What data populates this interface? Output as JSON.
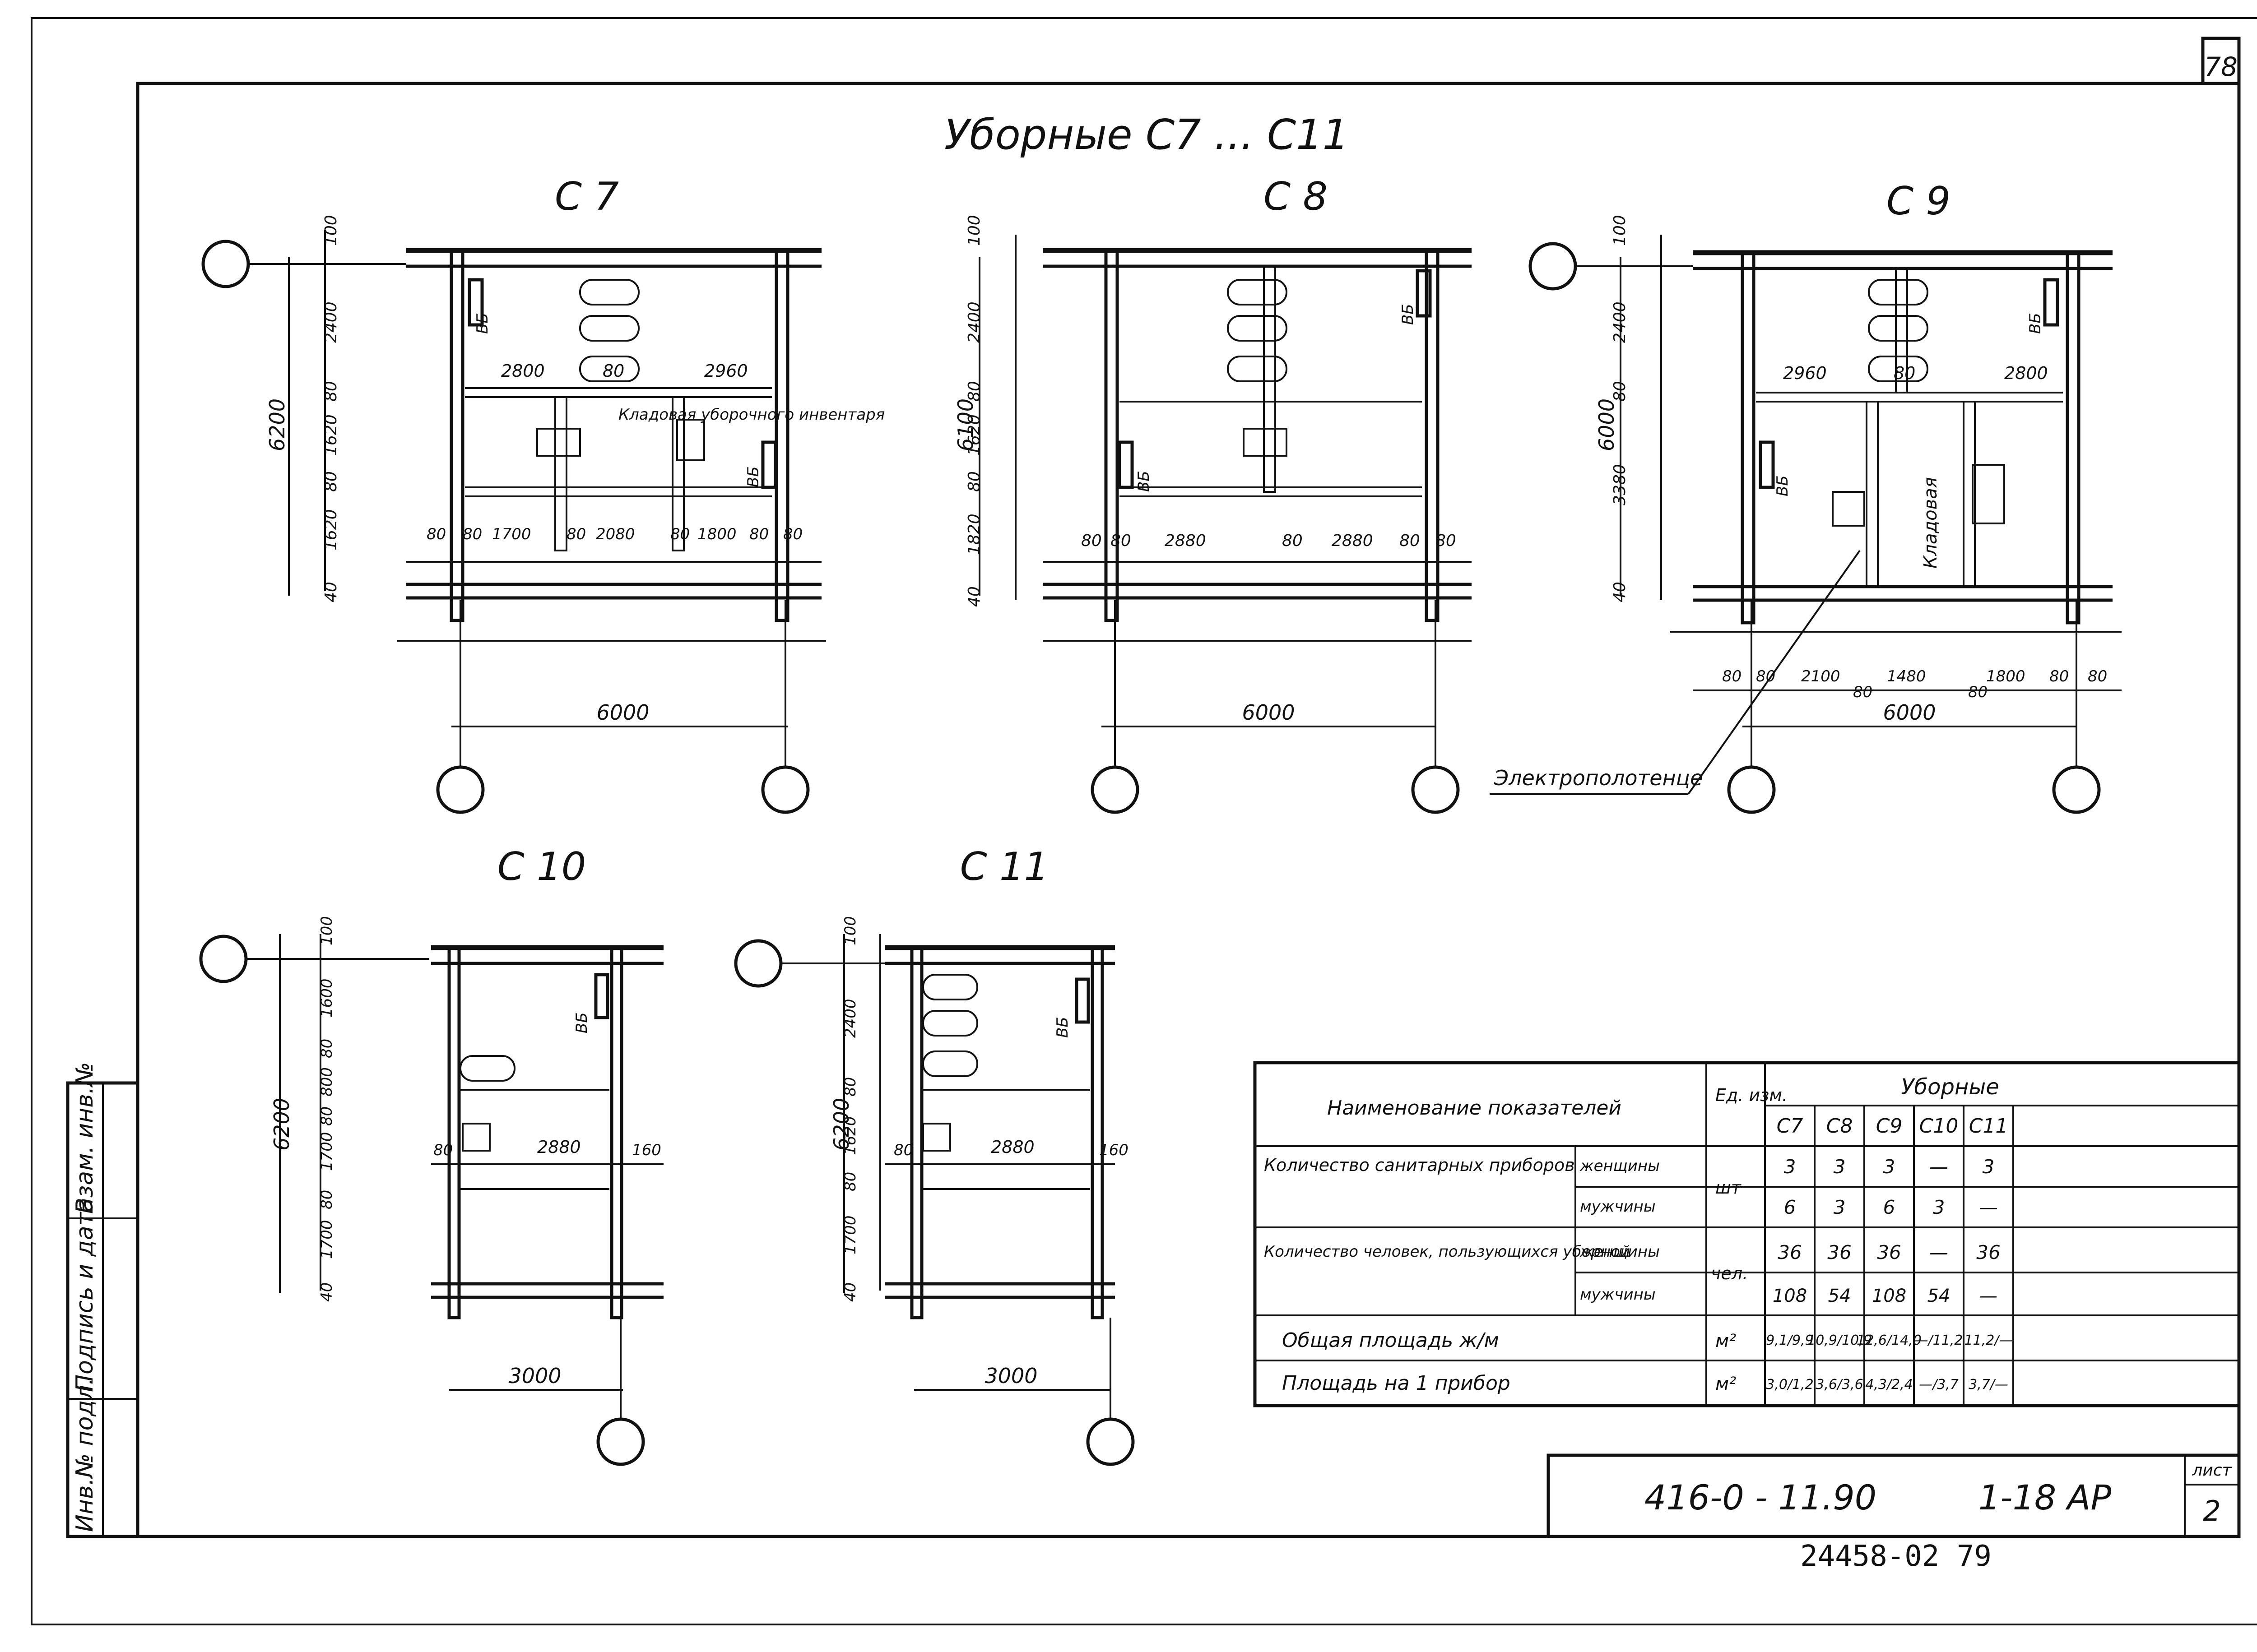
{
  "sheet": {
    "page_number": "78",
    "title": "Уборные   С7 ... С11",
    "bottom_code": "24458-02  79",
    "stamp": {
      "designation": "416-0 - 11.90",
      "part": "1-18 АР",
      "list_label": "лист",
      "list_no": "2"
    },
    "side_labels": [
      "Инв.№ подл.",
      "Подпись и дата",
      "Взам. инв.№"
    ]
  },
  "plans": [
    {
      "id": "C7",
      "label": "С 7",
      "dims_v": [
        "100",
        "2400",
        "80",
        "1620",
        "80",
        "1620",
        "40"
      ],
      "total_v": "6200",
      "dims_h_top": [
        "2800",
        "80",
        "2960"
      ],
      "dims_h_bottom": [
        "80",
        "80",
        "1700",
        "80",
        "2080",
        "80",
        "1800",
        "80",
        "80"
      ],
      "total_h": "6000",
      "note": "Кладовая уборочного инвентаря",
      "tags": [
        "ВБ",
        "ВБ"
      ]
    },
    {
      "id": "C8",
      "label": "С 8",
      "dims_v": [
        "100",
        "2400",
        "80",
        "1620",
        "80",
        "1820",
        "40"
      ],
      "total_v": "6100",
      "dims_h_bottom": [
        "80",
        "80",
        "2880",
        "80",
        "2880",
        "80",
        "80"
      ],
      "total_h": "6000",
      "tags": [
        "ВБ",
        "ВБ"
      ]
    },
    {
      "id": "C9",
      "label": "С 9",
      "dims_v": [
        "100",
        "2400",
        "80",
        "3380",
        "40"
      ],
      "total_v": "6000",
      "dims_h_top": [
        "2960",
        "80",
        "2800"
      ],
      "dims_h_bottom": [
        "80",
        "80",
        "2100",
        "80",
        "1480",
        "80",
        "1800",
        "80",
        "80"
      ],
      "total_h": "6000",
      "note": "Кладовая",
      "tags": [
        "ВБ",
        "ВБ"
      ]
    },
    {
      "id": "C10",
      "label": "С 10",
      "dims_v": [
        "100",
        "1600",
        "80",
        "800",
        "80",
        "1700",
        "80",
        "1700",
        "40"
      ],
      "total_v": "6200",
      "dims_h": [
        "80",
        "2880",
        "160"
      ],
      "total_h": "3000",
      "tags": [
        "ВБ"
      ]
    },
    {
      "id": "C11",
      "label": "С 11",
      "dims_v": [
        "100",
        "2400",
        "80",
        "1620",
        "80",
        "1700",
        "40"
      ],
      "total_v": "6200",
      "dims_h": [
        "80",
        "2880",
        "160"
      ],
      "total_h": "3000",
      "tags": [
        "ВБ"
      ]
    }
  ],
  "callout": "Электрополотенце",
  "table": {
    "header": {
      "name": "Наименование показателей",
      "unit": "Ед. изм.",
      "group": "Уборные",
      "cols": [
        "С7",
        "С8",
        "С9",
        "С10",
        "С11"
      ]
    },
    "rows": [
      {
        "name": "Количество санитарных приборов",
        "sub": "женщины",
        "unit": "шт",
        "values": [
          "3",
          "3",
          "3",
          "—",
          "3"
        ]
      },
      {
        "name": "",
        "sub": "мужчины",
        "unit": "",
        "values": [
          "6",
          "3",
          "6",
          "3",
          "—"
        ]
      },
      {
        "name": "Количество человек, пользующихся уборной",
        "sub": "женщины",
        "unit": "чел.",
        "values": [
          "36",
          "36",
          "36",
          "—",
          "36"
        ]
      },
      {
        "name": "",
        "sub": "мужчины",
        "unit": "",
        "values": [
          "108",
          "54",
          "108",
          "54",
          "—"
        ]
      },
      {
        "name": "Общая площадь ж/м",
        "sub": "",
        "unit": "м²",
        "values": [
          "9,1/9,9",
          "10,9/10,9",
          "12,6/14,0",
          "—/11,2",
          "11,2/—"
        ]
      },
      {
        "name": "Площадь на 1 прибор",
        "sub": "",
        "unit": "м²",
        "values": [
          "3,0/1,2",
          "3,6/3,6",
          "4,3/2,4",
          "—/3,7",
          "3,7/—"
        ]
      }
    ]
  }
}
